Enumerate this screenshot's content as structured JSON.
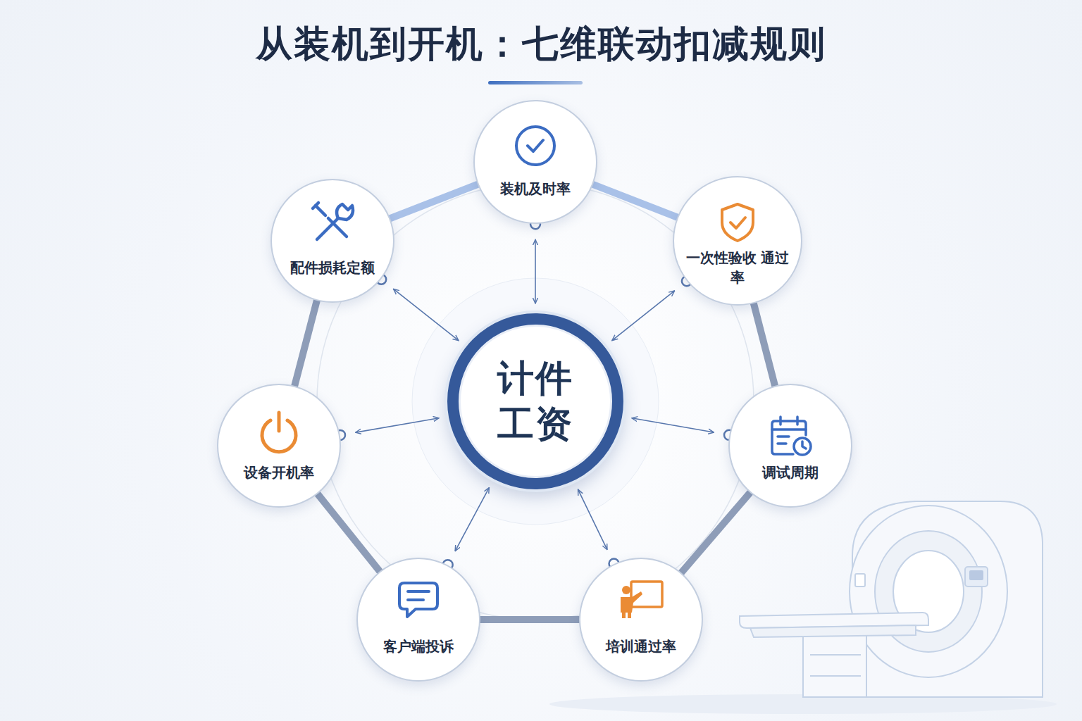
{
  "diagram": {
    "title": "从装机到开机：七维联动扣减规则",
    "nodes": [
      {
        "text": [
          "装机及时率"
        ]
      },
      {
        "text": [
          "配件损耗定额"
        ]
      },
      {
        "text": [
          "一次性验收 通过率"
        ]
      },
      {
        "text": [
          "计件 工资"
        ]
      },
      {
        "text": [
          "设备开机率"
        ]
      },
      {
        "text": [
          "调试周期"
        ]
      },
      {
        "text": [
          "客户端投诉"
        ]
      },
      {
        "text": [
          "培训通过率"
        ]
      }
    ],
    "edges": [
      {
        "from": 0,
        "to": 3,
        "arrow": "both"
      },
      {
        "from": 1,
        "to": 3,
        "arrow": "both"
      },
      {
        "from": 2,
        "to": 3,
        "arrow": "both"
      },
      {
        "from": 4,
        "to": 3,
        "arrow": "both"
      },
      {
        "from": 5,
        "to": 3,
        "arrow": "both"
      },
      {
        "from": 6,
        "to": 3,
        "arrow": "both"
      },
      {
        "from": 7,
        "to": 3,
        "arrow": "both"
      },
      {
        "from": 0,
        "to": 2,
        "arrow": "none"
      },
      {
        "from": 2,
        "to": 5,
        "arrow": "none"
      },
      {
        "from": 5,
        "to": 7,
        "arrow": "none"
      },
      {
        "from": 7,
        "to": 6,
        "arrow": "none"
      },
      {
        "from": 6,
        "to": 4,
        "arrow": "none"
      },
      {
        "from": 4,
        "to": 1,
        "arrow": "none"
      },
      {
        "from": 1,
        "to": 0,
        "arrow": "none"
      }
    ]
  }
}
